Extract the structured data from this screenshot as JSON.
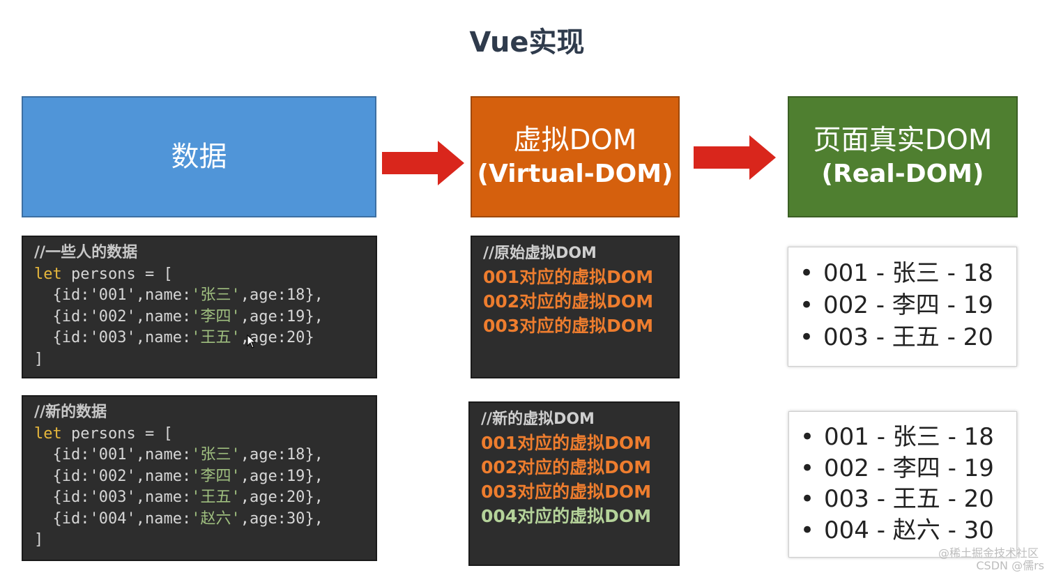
{
  "title": "Vue实现",
  "boxes": {
    "data": {
      "label": "数据",
      "color": "#5095d8"
    },
    "virtual": {
      "label": "虚拟DOM",
      "sub": "(Virtual-DOM)",
      "color": "#d5600d"
    },
    "real": {
      "label": "页面真实DOM",
      "sub": "(Real-DOM)",
      "color": "#4f7f30"
    }
  },
  "code_old": {
    "comment": "//一些人的数据",
    "let_kw": "let",
    "decl": " persons = [",
    "rows": [
      {
        "id": "'001'",
        "name": "'张三'",
        "age": "18"
      },
      {
        "id": "'002'",
        "name": "'李四'",
        "age": "19"
      },
      {
        "id": "'003'",
        "name": "'王五'",
        "age": "20"
      }
    ],
    "close": "]"
  },
  "code_new": {
    "comment": "//新的数据",
    "let_kw": "let",
    "decl": " persons = [",
    "rows": [
      {
        "id": "'001'",
        "name": "'张三'",
        "age": "18"
      },
      {
        "id": "'002'",
        "name": "'李四'",
        "age": "19"
      },
      {
        "id": "'003'",
        "name": "'王五'",
        "age": "20"
      },
      {
        "id": "'004'",
        "name": "'赵六'",
        "age": "30"
      }
    ],
    "close": "]"
  },
  "vdom_old": {
    "comment": "//原始虚拟DOM",
    "lines": [
      "001对应的虚拟DOM",
      "002对应的虚拟DOM",
      "003对应的虚拟DOM"
    ]
  },
  "vdom_new": {
    "comment": "//新的虚拟DOM",
    "lines": [
      "001对应的虚拟DOM",
      "002对应的虚拟DOM",
      "003对应的虚拟DOM"
    ],
    "new_line": "004对应的虚拟DOM"
  },
  "real_old": {
    "items": [
      "001 - 张三 - 18",
      "002 - 李四 - 19",
      "003 - 王五 - 20"
    ]
  },
  "real_new": {
    "items": [
      "001 - 张三 - 18",
      "002 - 李四 - 19",
      "003 - 王五 - 20",
      "004 - 赵六 - 30"
    ]
  },
  "watermark": {
    "line1": "@稀土掘金技术社区",
    "line2": "CSDN @儒rs"
  },
  "colors": {
    "arrow": "#d9261c",
    "code_bg": "#2d2d2d",
    "keyword": "#e6b73c",
    "string": "#9fbf7f",
    "vdom_text": "#ee7d2e",
    "vdom_new_text": "#b5d39a"
  },
  "icons": {
    "arrow": "right-arrow-icon",
    "bullet": "bullet-icon",
    "cursor": "mouse-cursor-icon"
  }
}
